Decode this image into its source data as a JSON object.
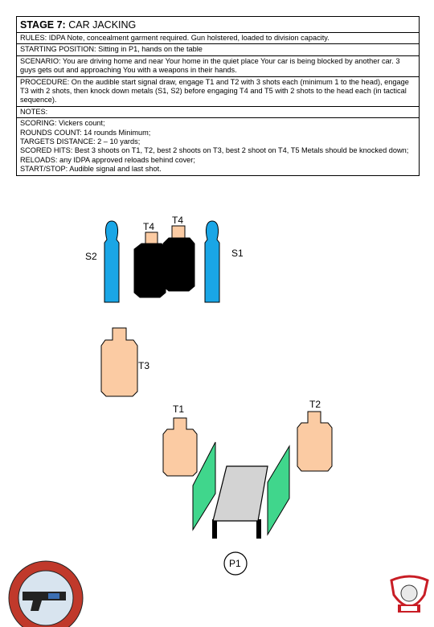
{
  "stage": {
    "prefix": "STAGE 7:",
    "name": "CAR JACKING"
  },
  "rules": "RULES: IDPA Note, concealment garment required. Gun holstered, loaded to division capacity.",
  "starting_position": "STARTING POSITION: Sitting in P1, hands on the table",
  "scenario": "SCENARIO: You are driving home and near Your home in the quiet place Your car is being blocked by another car. 3 guys gets out and approaching You with a weapons in their hands.",
  "procedure": "PROCEDURE: On the audible start signal draw, engage T1 and T2 with 3 shots each (minimum 1 to the head), engage T3 with 2 shots, then knock down metals (S1, S2) before engaging T4 and T5 with 2 shots to the head each (in tactical sequence).",
  "notes": "NOTES:",
  "details": [
    "SCORING: Vickers count;",
    "ROUNDS COUNT: 14 rounds Minimum;",
    "TARGETS DISTANCE: 2 – 10 yards;",
    "SCORED HITS: Best 3 shoots on T1, T2, best 2 shoots on T3, best 2 shoot on T4, T5 Metals should be knocked down;",
    "RELOADS: any IDPA approved reloads behind cover;",
    "START/STOP: Audible signal and last shot."
  ],
  "diagram": {
    "labels": {
      "t4_left": "T4",
      "t4_right": "T4",
      "s1": "S1",
      "s2": "S2",
      "t3": "T3",
      "t1": "T1",
      "t2": "T2",
      "p1": "P1"
    },
    "colors": {
      "paper_target": "#fbcba3",
      "steel_target": "#1aa6e6",
      "no_shoot": "#000000",
      "wall": "#40d68c",
      "table": "#d3d3d3"
    }
  },
  "logos": {
    "left": "IDPA club seal",
    "right": "club emblem"
  }
}
